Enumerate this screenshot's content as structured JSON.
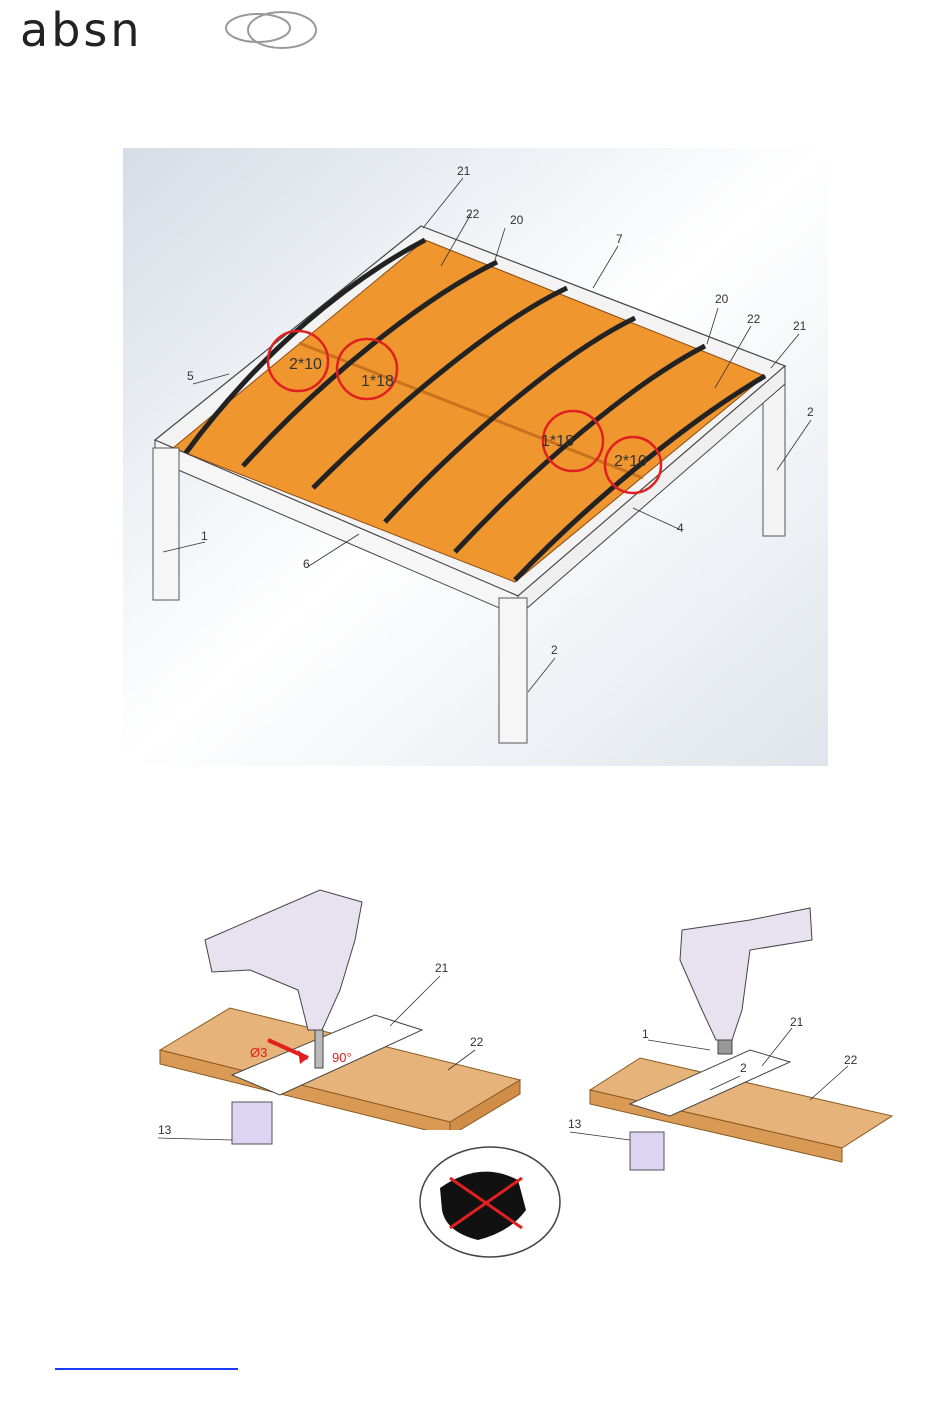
{
  "brand": {
    "name": "absn"
  },
  "figure_top": {
    "part_labels": [
      "21",
      "22",
      "20",
      "7",
      "20",
      "22",
      "21",
      "5",
      "2",
      "1",
      "6",
      "4",
      "2"
    ],
    "annotations": [
      "2*10",
      "1*18",
      "1*18",
      "2*10"
    ]
  },
  "figure_bottom": {
    "left_labels": [
      "21",
      "22",
      "13"
    ],
    "drill_diameter": "Ø3",
    "drill_angle": "90°",
    "right_labels": [
      "1",
      "2",
      "21",
      "22",
      "13"
    ]
  },
  "colors": {
    "panel": "#f0962e",
    "frame": "#f2f2f2",
    "accent_red": "#e02020",
    "link": "#1a3cff"
  }
}
